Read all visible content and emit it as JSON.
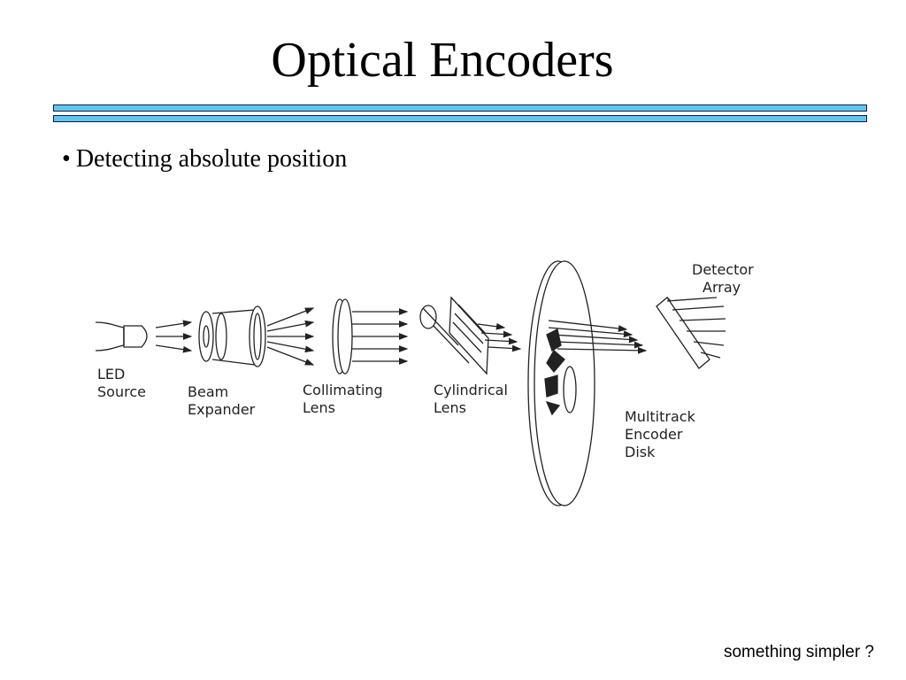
{
  "slide": {
    "title": "Optical Encoders",
    "bullet": "Detecting absolute position",
    "footer": "something simpler ?"
  },
  "diagram": {
    "labels": {
      "led_1": "LED",
      "led_2": "Source",
      "beam_1": "Beam",
      "beam_2": "Expander",
      "coll_1": "Collimating",
      "coll_2": "Lens",
      "cyl_1": "Cylindrical",
      "cyl_2": "Lens",
      "det_1": "Detector",
      "det_2": "Array",
      "disk_1": "Multitrack",
      "disk_2": "Encoder",
      "disk_3": "Disk"
    }
  },
  "colors": {
    "rule_fill": "#5fc6f0",
    "rule_border": "#1a1a40"
  }
}
